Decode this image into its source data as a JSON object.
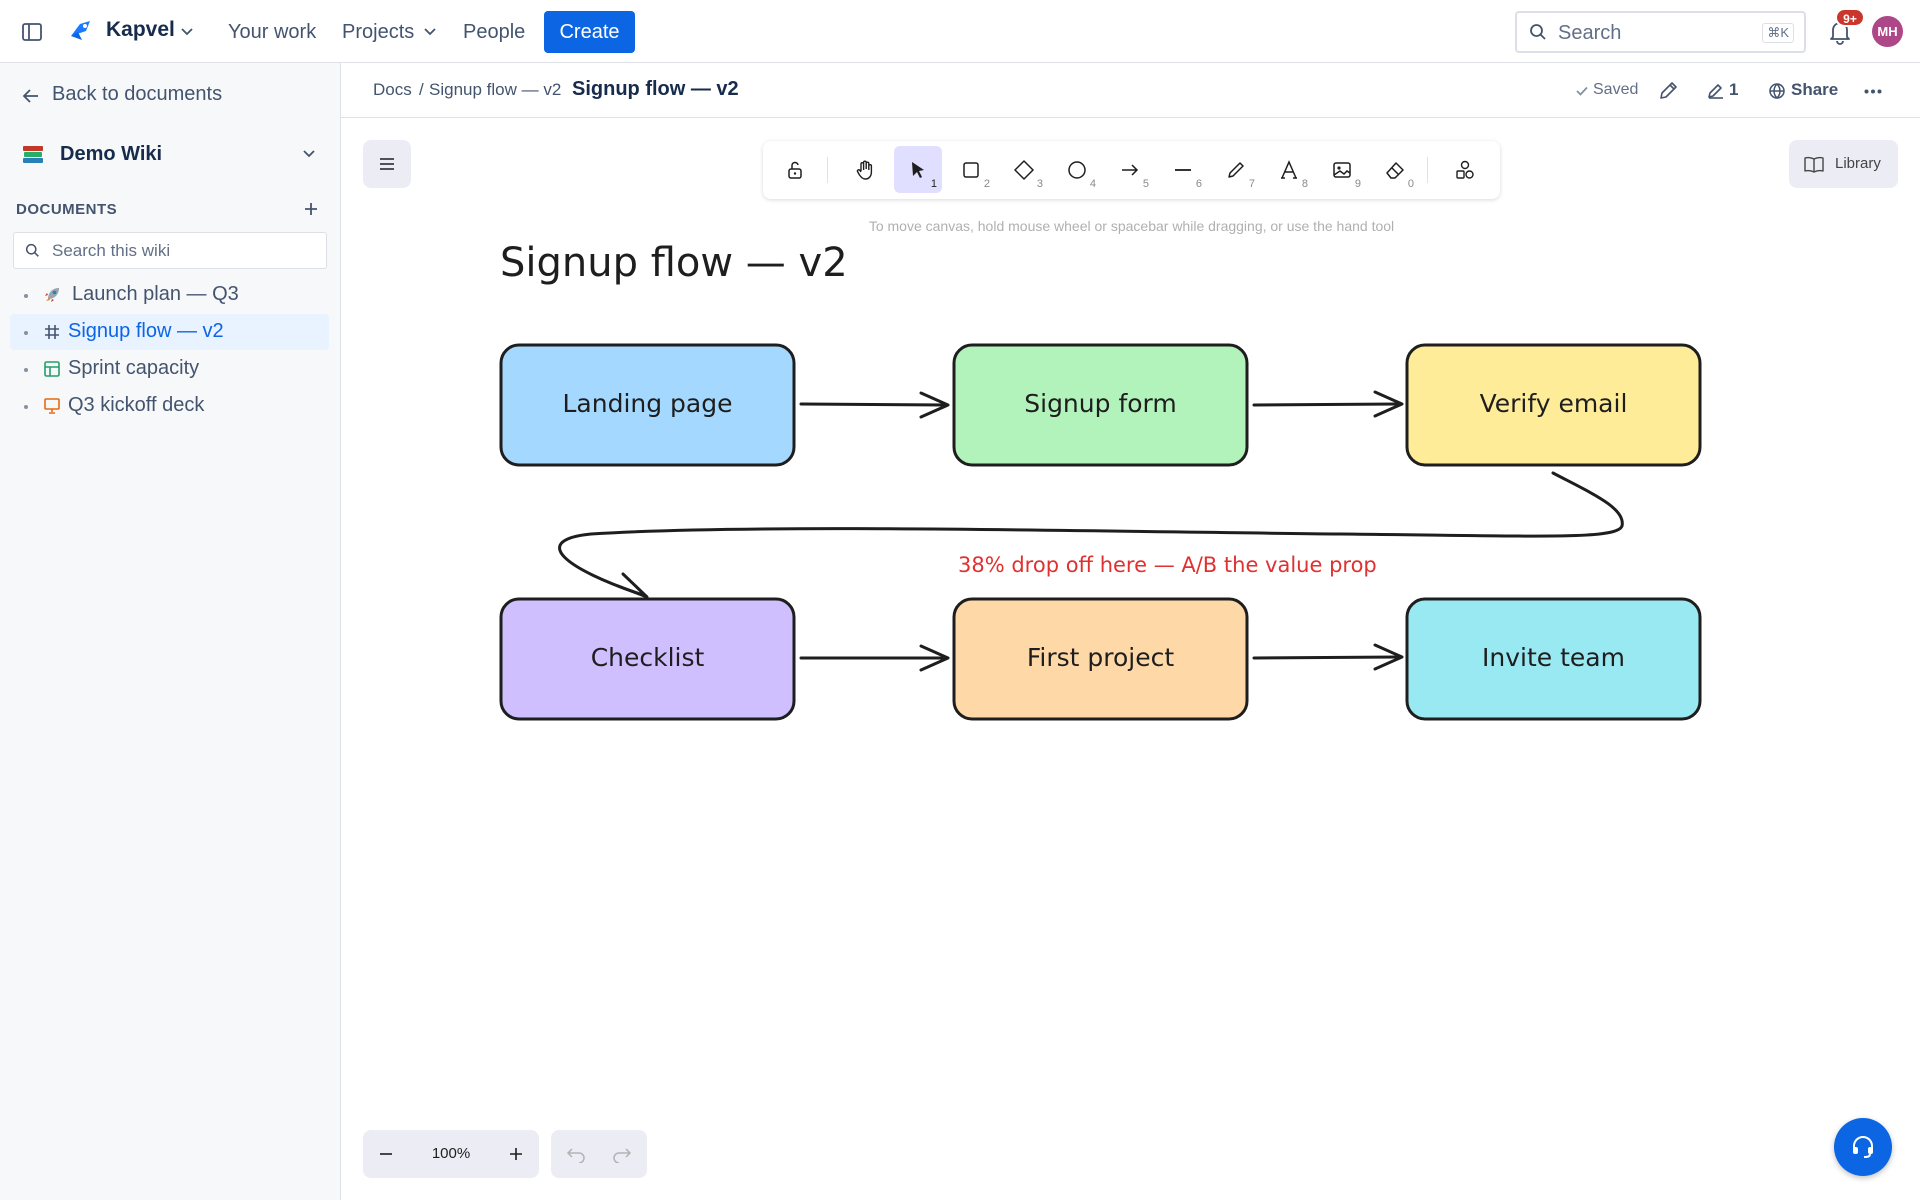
{
  "topnav": {
    "brand": "Kapvel",
    "your_work": "Your work",
    "projects": "Projects",
    "people": "People",
    "create": "Create",
    "search_placeholder": "Search",
    "search_shortcut": "⌘K",
    "notification_count": "9+",
    "avatar_initials": "MH"
  },
  "sidebar": {
    "back_label": "Back to documents",
    "wiki_title": "Demo Wiki",
    "section_label": "DOCUMENTS",
    "search_placeholder": "Search this wiki",
    "documents": [
      {
        "label": "Launch plan — Q3",
        "icon": "rocket-icon",
        "active": false
      },
      {
        "label": "Signup flow — v2",
        "icon": "whiteboard-icon",
        "active": true
      },
      {
        "label": "Sprint capacity",
        "icon": "spreadsheet-icon",
        "active": false
      },
      {
        "label": "Q3 kickoff deck",
        "icon": "presentation-icon",
        "active": false
      }
    ]
  },
  "docbar": {
    "breadcrumb_root": "Docs",
    "breadcrumb_separator": "/",
    "breadcrumb_current": "Signup flow — v2",
    "title": "Signup flow — v2",
    "saved_label": "Saved",
    "collaborator_count": "1",
    "share_label": "Share"
  },
  "editor": {
    "tools": [
      {
        "name": "lock",
        "key": ""
      },
      {
        "name": "hand",
        "key": ""
      },
      {
        "name": "selection",
        "key": "1",
        "active": true
      },
      {
        "name": "rectangle",
        "key": "2"
      },
      {
        "name": "diamond",
        "key": "3"
      },
      {
        "name": "ellipse",
        "key": "4"
      },
      {
        "name": "arrow",
        "key": "5"
      },
      {
        "name": "line",
        "key": "6"
      },
      {
        "name": "draw",
        "key": "7"
      },
      {
        "name": "text",
        "key": "8"
      },
      {
        "name": "image",
        "key": "9"
      },
      {
        "name": "eraser",
        "key": "0"
      },
      {
        "name": "extra-tools",
        "key": ""
      }
    ],
    "hint": "To move canvas, hold mouse wheel or spacebar while dragging, or use the hand tool",
    "library_label": "Library",
    "zoom_level": "100%"
  },
  "diagram": {
    "title": "Signup flow — v2",
    "nodes": [
      {
        "label": "Landing page",
        "fill": "#a5d8ff"
      },
      {
        "label": "Signup form",
        "fill": "#b2f2bb"
      },
      {
        "label": "Verify email",
        "fill": "#ffec99"
      },
      {
        "label": "Checklist",
        "fill": "#d0bfff"
      },
      {
        "label": "First project",
        "fill": "#ffd8a8"
      },
      {
        "label": "Invite team",
        "fill": "#99e9f2"
      }
    ],
    "annotation": "38% drop off here — A/B the value prop",
    "annotation_color": "#e03131"
  },
  "colors": {
    "brand_blue": "#0c66e4",
    "selected_tool_bg": "#e0dfff",
    "badge_red": "#c9372c"
  }
}
